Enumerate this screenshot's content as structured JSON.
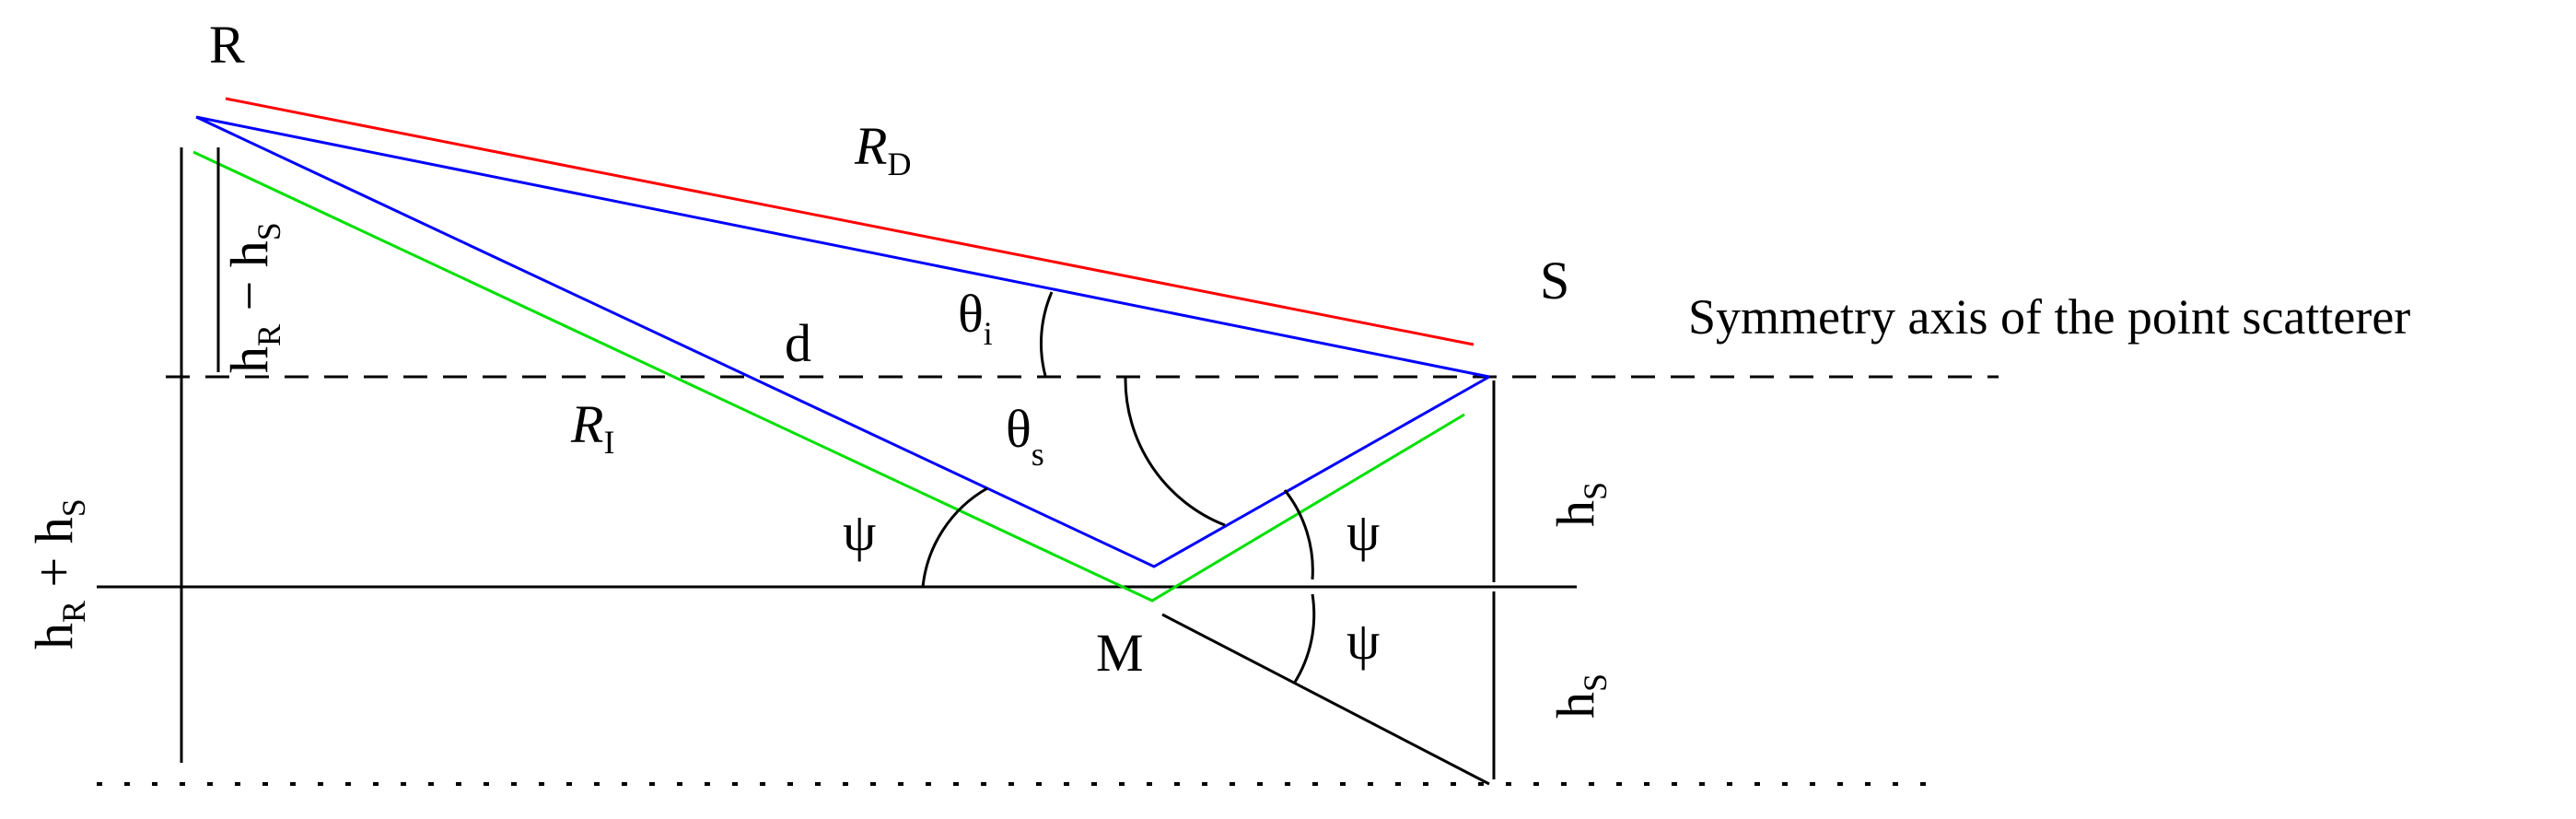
{
  "labels": {
    "receiver": "R",
    "source": "S",
    "mirror": "M",
    "direct_path": {
      "main": "R",
      "sub": "D"
    },
    "indirect_path": {
      "main": "R",
      "sub": "I"
    },
    "distance": "d",
    "theta_i": {
      "main": "θ",
      "sub": "i"
    },
    "theta_s": {
      "main": "θ",
      "sub": "s"
    },
    "psi": "ψ",
    "symmetry_axis": "Symmetry axis of the point scatterer",
    "h_sum": {
      "a": "h",
      "a_sub": "R",
      "op": " + h",
      "b_sub": "S"
    },
    "h_diff": {
      "a": "h",
      "a_sub": "R",
      "op": " − h",
      "b_sub": "S"
    },
    "h_s": {
      "main": "h",
      "sub": "S"
    }
  },
  "colors": {
    "direct": "#ff0000",
    "scattered": "#0000ff",
    "reflected": "#00e000",
    "ink": "#000000"
  }
}
